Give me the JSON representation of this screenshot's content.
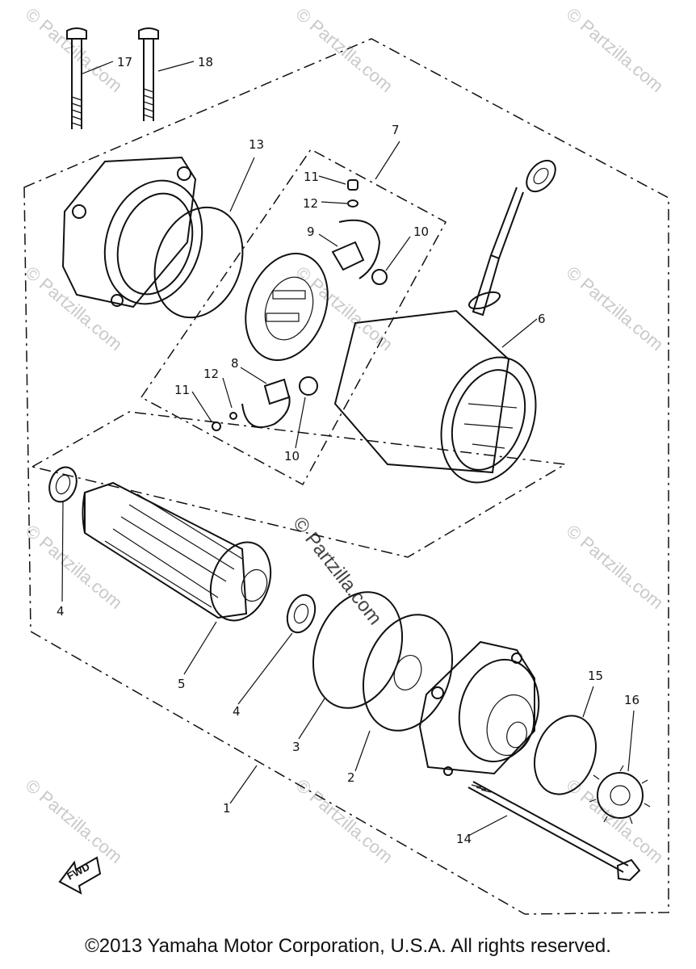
{
  "diagram": {
    "callouts": {
      "p1": "1",
      "p2": "2",
      "p3": "3",
      "p4a": "4",
      "p4b": "4",
      "p5": "5",
      "p6": "6",
      "p7": "7",
      "p8": "8",
      "p9": "9",
      "p10a": "10",
      "p10b": "10",
      "p11a": "11",
      "p11b": "11",
      "p12a": "12",
      "p12b": "12",
      "p13": "13",
      "p14": "14",
      "p15": "15",
      "p16": "16",
      "p17": "17",
      "p18": "18"
    },
    "fwd_label": "FWD",
    "watermark": "© Partzilla.com",
    "center_watermark": "© Partzilla.com"
  },
  "footer": {
    "copyright": "©2013 Yamaha Motor Corporation, U.S.A. All rights reserved."
  }
}
